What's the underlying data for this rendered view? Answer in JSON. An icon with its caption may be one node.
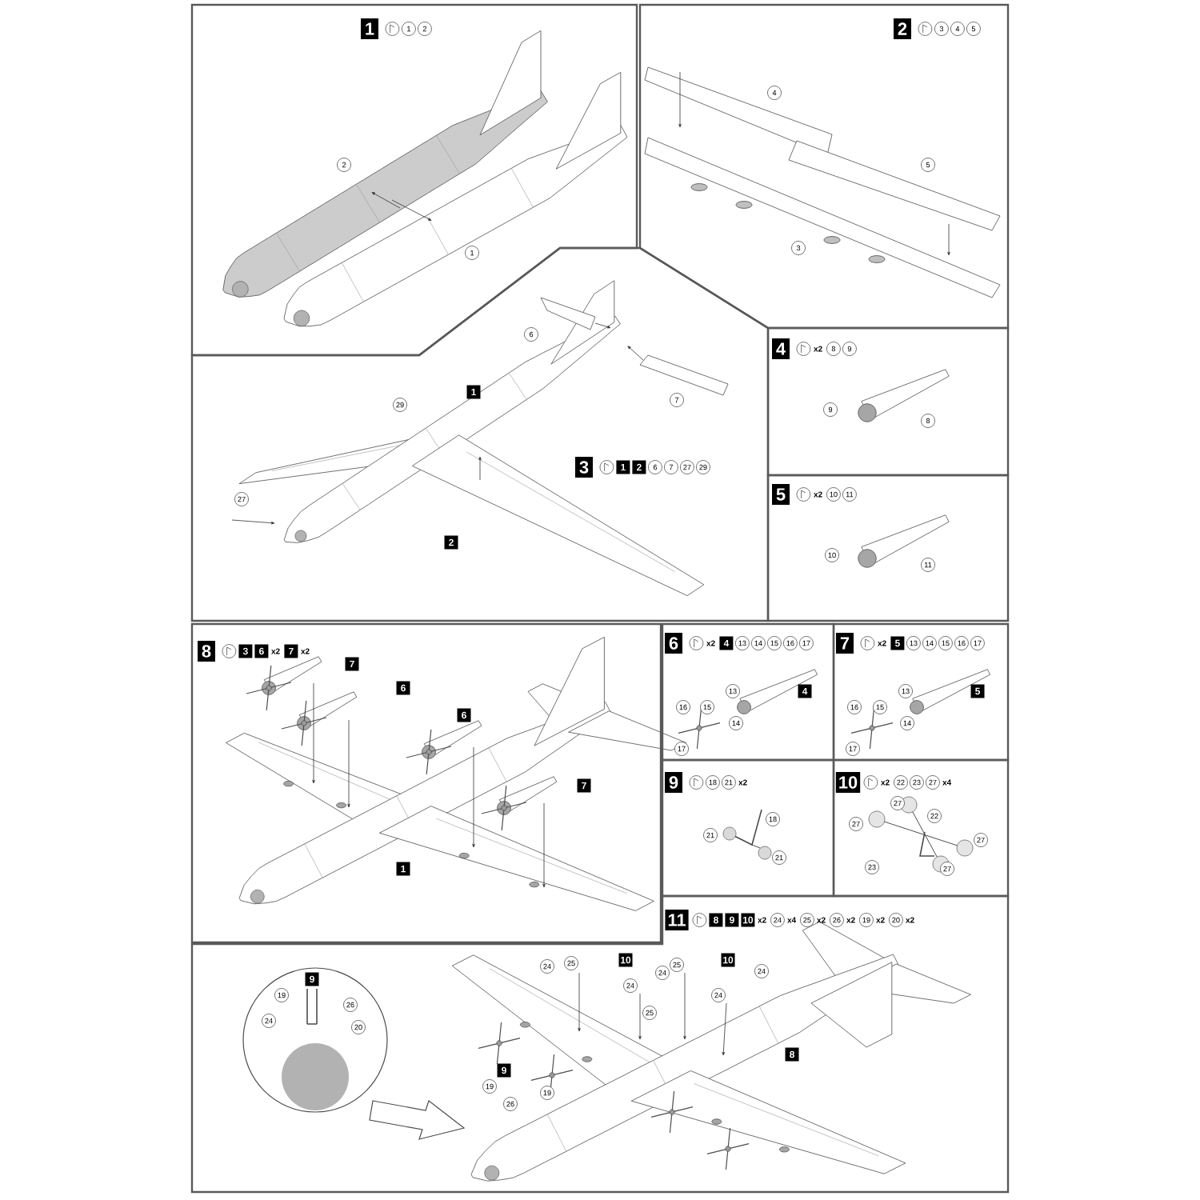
{
  "diagram": {
    "nodes": [
      {
        "text": [
          "1"
        ]
      },
      {
        "text": [
          "2"
        ]
      },
      {
        "text": [
          "3"
        ]
      },
      {
        "text": [
          "4"
        ]
      },
      {
        "text": [
          "5"
        ]
      },
      {
        "text": [
          "8"
        ]
      },
      {
        "text": [
          "6"
        ]
      },
      {
        "text": [
          "7"
        ]
      },
      {
        "text": [
          "9"
        ]
      },
      {
        "text": [
          "10"
        ]
      },
      {
        "text": [
          "11"
        ]
      }
    ],
    "labels": [
      "1",
      "2",
      "2",
      "1",
      "3",
      "4",
      "5",
      "4",
      "5",
      "3",
      "6",
      "1",
      "7",
      "29",
      "1",
      "2",
      "6",
      "7",
      "27",
      "29",
      "27",
      "2",
      "x2",
      "8",
      "9",
      "9",
      "8",
      "x2",
      "10",
      "11",
      "10",
      "11",
      "3",
      "6",
      "x2",
      "7",
      "x2",
      "x2",
      "4",
      "13",
      "14",
      "15",
      "16",
      "17",
      "x2",
      "5",
      "13",
      "14",
      "15",
      "16",
      "17",
      "7",
      "6",
      "6",
      "7",
      "1",
      "13",
      "4",
      "16",
      "15",
      "14",
      "17",
      "13",
      "5",
      "16",
      "15",
      "14",
      "17",
      "18",
      "21",
      "x2",
      "18",
      "21",
      "21",
      "x2",
      "22",
      "23",
      "27",
      "x4",
      "27",
      "22",
      "27",
      "27",
      "23",
      "27",
      "8",
      "9",
      "10",
      "x2",
      "24",
      "x4",
      "25",
      "x2",
      "26",
      "x2",
      "19",
      "x2",
      "20",
      "x2",
      "24",
      "25",
      "10",
      "24",
      "25",
      "10",
      "24",
      "19",
      "9",
      "24",
      "24",
      "24",
      "26",
      "20",
      "25",
      "8",
      "19",
      "9",
      "19",
      "26"
    ]
  }
}
